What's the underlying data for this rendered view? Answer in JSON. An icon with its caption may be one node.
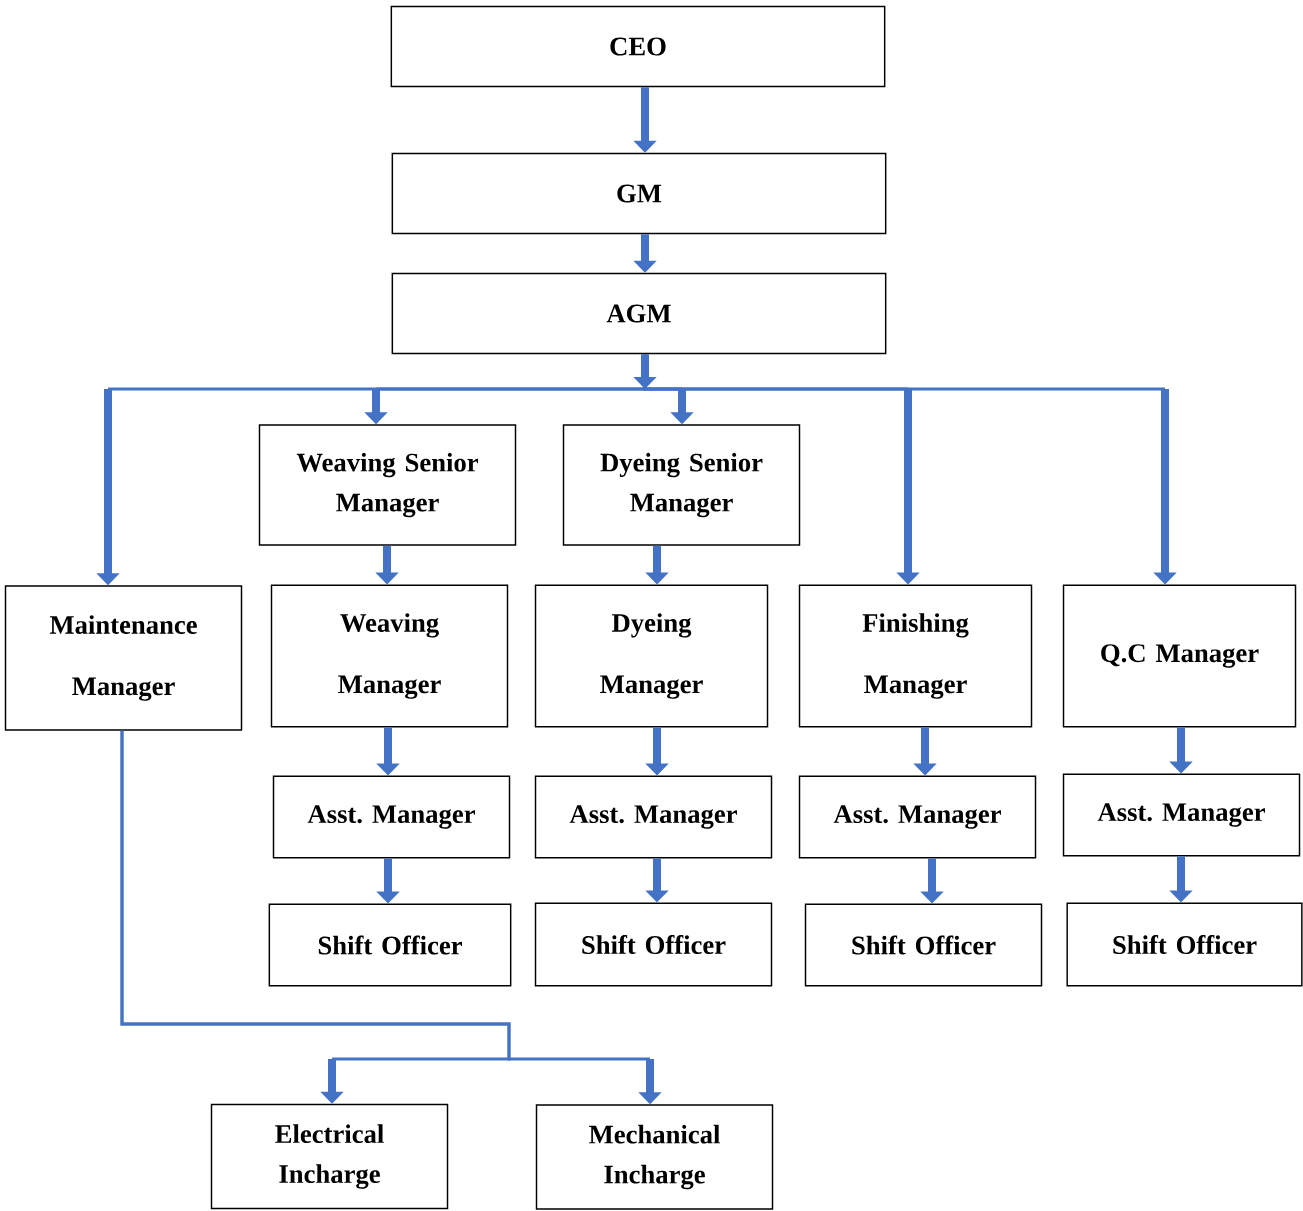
{
  "diagram": {
    "nodes": [
      {
        "text": [
          "CEO"
        ]
      },
      {
        "text": [
          "GM"
        ]
      },
      {
        "text": [
          "AGM"
        ]
      },
      {
        "text": [
          "Weaving Senior Manager"
        ]
      },
      {
        "text": [
          "Dyeing Senior Manager"
        ]
      },
      {
        "text": [
          "Maintenance Manager"
        ]
      },
      {
        "text": [
          "Weaving Manager"
        ]
      },
      {
        "text": [
          "Dyeing Manager"
        ]
      },
      {
        "text": [
          "Finishing Manager"
        ]
      },
      {
        "text": [
          "Q.C Manager"
        ]
      },
      {
        "text": [
          "Asst. Manager"
        ]
      },
      {
        "text": [
          "Asst. Manager"
        ]
      },
      {
        "text": [
          "Asst. Manager"
        ]
      },
      {
        "text": [
          "Asst. Manager"
        ]
      },
      {
        "text": [
          "Shift Officer"
        ]
      },
      {
        "text": [
          "Shift Officer"
        ]
      },
      {
        "text": [
          "Shift Officer"
        ]
      },
      {
        "text": [
          "Shift Officer"
        ]
      },
      {
        "text": [
          "Electrical Incharge"
        ]
      },
      {
        "text": [
          "Mechanical Incharge"
        ]
      }
    ],
    "edges": [
      {
        "from": 0,
        "to": 1,
        "arrow": "to"
      },
      {
        "from": 1,
        "to": 2,
        "arrow": "to"
      },
      {
        "from": 2,
        "to": 5,
        "arrow": "to"
      },
      {
        "from": 2,
        "to": 3,
        "arrow": "to"
      },
      {
        "from": 2,
        "to": 4,
        "arrow": "to"
      },
      {
        "from": 2,
        "to": 8,
        "arrow": "to"
      },
      {
        "from": 2,
        "to": 9,
        "arrow": "to"
      },
      {
        "from": 3,
        "to": 6,
        "arrow": "to"
      },
      {
        "from": 4,
        "to": 7,
        "arrow": "to"
      },
      {
        "from": 6,
        "to": 10,
        "arrow": "to"
      },
      {
        "from": 7,
        "to": 11,
        "arrow": "to"
      },
      {
        "from": 8,
        "to": 12,
        "arrow": "to"
      },
      {
        "from": 9,
        "to": 13,
        "arrow": "to"
      },
      {
        "from": 10,
        "to": 14,
        "arrow": "to"
      },
      {
        "from": 11,
        "to": 15,
        "arrow": "to"
      },
      {
        "from": 12,
        "to": 16,
        "arrow": "to"
      },
      {
        "from": 13,
        "to": 17,
        "arrow": "to"
      },
      {
        "from": 5,
        "to": 18,
        "arrow": "to"
      },
      {
        "from": 5,
        "to": 19,
        "arrow": "to"
      }
    ]
  }
}
